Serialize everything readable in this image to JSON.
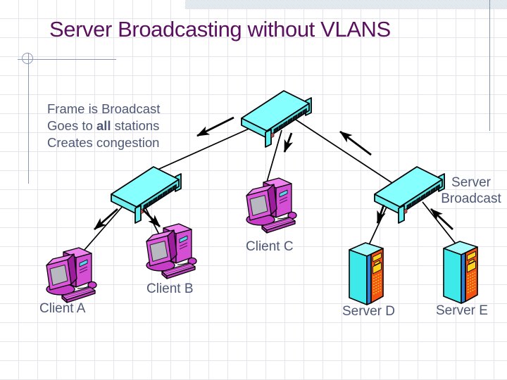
{
  "slide": {
    "title": "Server Broadcasting without VLANS",
    "body": {
      "line1": "Frame is Broadcast",
      "line2_prefix": "Goes to ",
      "line2_bold": "all",
      "line2_suffix": " stations",
      "line3": "Creates congestion"
    },
    "labels": {
      "client_a": "Client A",
      "client_b": "Client B",
      "client_c": "Client C",
      "server_d": "Server D",
      "server_e": "Server E",
      "server_broadcast_1": "Server",
      "server_broadcast_2": "Broadcast"
    },
    "colors": {
      "title_text": "#5a105f",
      "body_text": "#4e5876",
      "accent_strip": "#c6d2e6",
      "ornament_line": "#8a97b8",
      "switch_body": "#86ffff",
      "client_body": "#dd55dd",
      "server_body": "#3de9e9",
      "server_panel": "#f25214",
      "link_line": "#000000"
    }
  },
  "diagram": {
    "nodes": [
      {
        "id": "switch-top",
        "type": "switch",
        "label": ""
      },
      {
        "id": "switch-left",
        "type": "switch",
        "label": ""
      },
      {
        "id": "switch-right",
        "type": "switch",
        "label": ""
      },
      {
        "id": "client-a",
        "type": "client-computer",
        "label": "Client A"
      },
      {
        "id": "client-b",
        "type": "client-computer",
        "label": "Client B"
      },
      {
        "id": "client-c",
        "type": "client-computer",
        "label": "Client C"
      },
      {
        "id": "server-d",
        "type": "server-tower",
        "label": "Server D"
      },
      {
        "id": "server-e",
        "type": "server-tower",
        "label": "Server E"
      }
    ],
    "links": [
      [
        "switch-top",
        "switch-left"
      ],
      [
        "switch-top",
        "client-c"
      ],
      [
        "switch-top",
        "switch-right"
      ],
      [
        "switch-left",
        "client-a"
      ],
      [
        "switch-left",
        "client-b"
      ],
      [
        "switch-right",
        "server-d"
      ],
      [
        "switch-right",
        "server-e"
      ]
    ],
    "broadcast_arrows": [
      "toward-client-a-side",
      "toward-client-c",
      "into-switch-top-from-right",
      "toward-client-a",
      "toward-client-b",
      "toward-server-d",
      "into-switch-right-from-servers"
    ],
    "annotation": "Server Broadcast"
  }
}
